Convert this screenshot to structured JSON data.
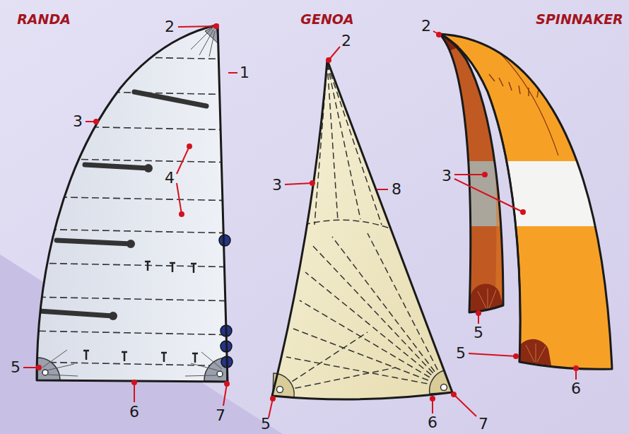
{
  "diagram": {
    "labels": [
      "RANDA",
      "GENOA",
      "SPINNAKER",
      "2",
      "1",
      "3",
      "4",
      "5",
      "6",
      "7",
      "2",
      "3",
      "8",
      "5",
      "6",
      "7",
      "2",
      "3",
      "5",
      "5",
      "6"
    ]
  }
}
